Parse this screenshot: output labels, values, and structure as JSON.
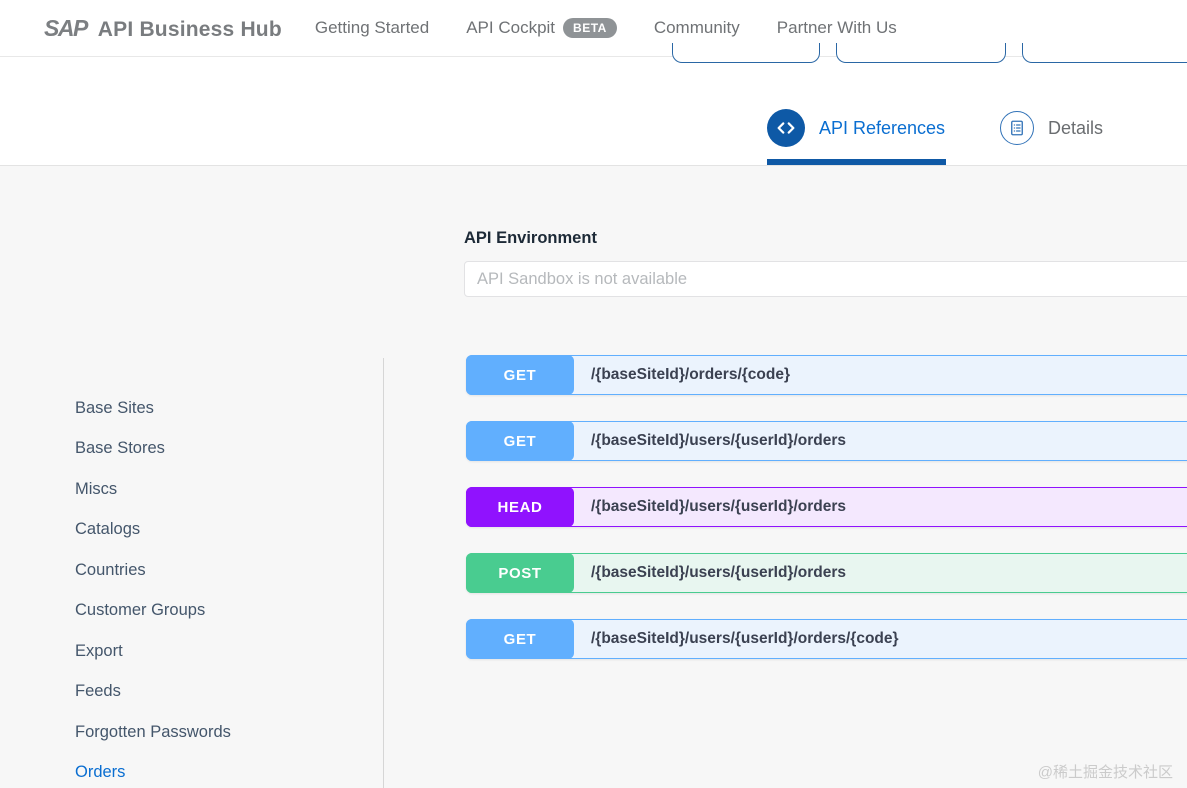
{
  "header": {
    "logo": "SAP",
    "title": "API Business Hub",
    "nav": [
      {
        "label": "Getting Started",
        "badge": null
      },
      {
        "label": "API Cockpit",
        "badge": "BETA"
      },
      {
        "label": "Community",
        "badge": null
      },
      {
        "label": "Partner With Us",
        "badge": null
      }
    ]
  },
  "tabs": [
    {
      "label": "API References",
      "icon": "code-brackets-icon",
      "active": true
    },
    {
      "label": "Details",
      "icon": "document-list-icon",
      "active": false
    }
  ],
  "api_environment": {
    "label": "API Environment",
    "placeholder": "API Sandbox is not available"
  },
  "sidebar": {
    "items": [
      {
        "label": "Base Sites",
        "active": false
      },
      {
        "label": "Base Stores",
        "active": false
      },
      {
        "label": "Miscs",
        "active": false
      },
      {
        "label": "Catalogs",
        "active": false
      },
      {
        "label": "Countries",
        "active": false
      },
      {
        "label": "Customer Groups",
        "active": false
      },
      {
        "label": "Export",
        "active": false
      },
      {
        "label": "Feeds",
        "active": false
      },
      {
        "label": "Forgotten Passwords",
        "active": false
      },
      {
        "label": "Orders",
        "active": true
      }
    ]
  },
  "endpoints": [
    {
      "method": "GET",
      "path": "/{baseSiteId}/orders/{code}"
    },
    {
      "method": "GET",
      "path": "/{baseSiteId}/users/{userId}/orders"
    },
    {
      "method": "HEAD",
      "path": "/{baseSiteId}/users/{userId}/orders"
    },
    {
      "method": "POST",
      "path": "/{baseSiteId}/users/{userId}/orders"
    },
    {
      "method": "GET",
      "path": "/{baseSiteId}/users/{userId}/orders/{code}"
    }
  ],
  "method_colors": {
    "GET": {
      "badge": "#61affe",
      "border": "#61affe",
      "bg": "#ebf3fd"
    },
    "HEAD": {
      "badge": "#9012fe",
      "border": "#9012fe",
      "bg": "#f4e8fe"
    },
    "POST": {
      "badge": "#49cc90",
      "border": "#49cc90",
      "bg": "#e8f6f0"
    }
  },
  "colors": {
    "accent_blue": "#0a6ed1",
    "tab_circle_fill": "#0e59a6",
    "tab_underline": "#0f59a6",
    "path_text": "#3b4151"
  },
  "watermark": "@稀土掘金技术社区"
}
